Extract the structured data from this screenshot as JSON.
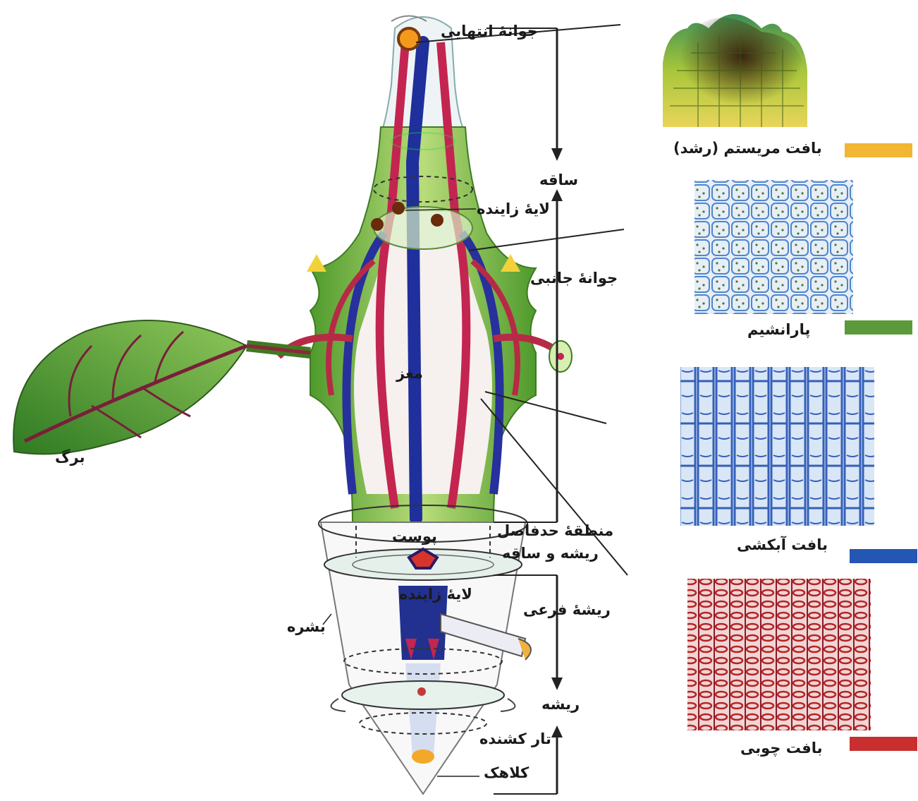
{
  "labels": {
    "terminal_bud": "جوانهٔ انتهایی",
    "stem": "ساقه",
    "cambium_top": "لایهٔ زاینده",
    "lateral_bud": "جوانهٔ جانبی",
    "pith": "مغز",
    "leaf": "برگ",
    "cortex": "پوست",
    "transition_zone_line1": "منطقهٔ حدفاصل",
    "transition_zone_line2": "ریشه و ساقه",
    "cambium_bottom": "لایهٔ زاینده",
    "lateral_root": "ریشهٔ فرعی",
    "epidermis": "بشره",
    "root": "ریشه",
    "root_hair": "تار کشنده",
    "root_cap": "کلاهک"
  },
  "legend": [
    {
      "label": "بافت مریستم (رشد)",
      "color": "#f2b632"
    },
    {
      "label": "پارانشیم",
      "color": "#5b9a3a"
    },
    {
      "label": "بافت آبکشی",
      "color": "#2456b4"
    },
    {
      "label": "بافت چوبی",
      "color": "#c92f2f"
    }
  ]
}
